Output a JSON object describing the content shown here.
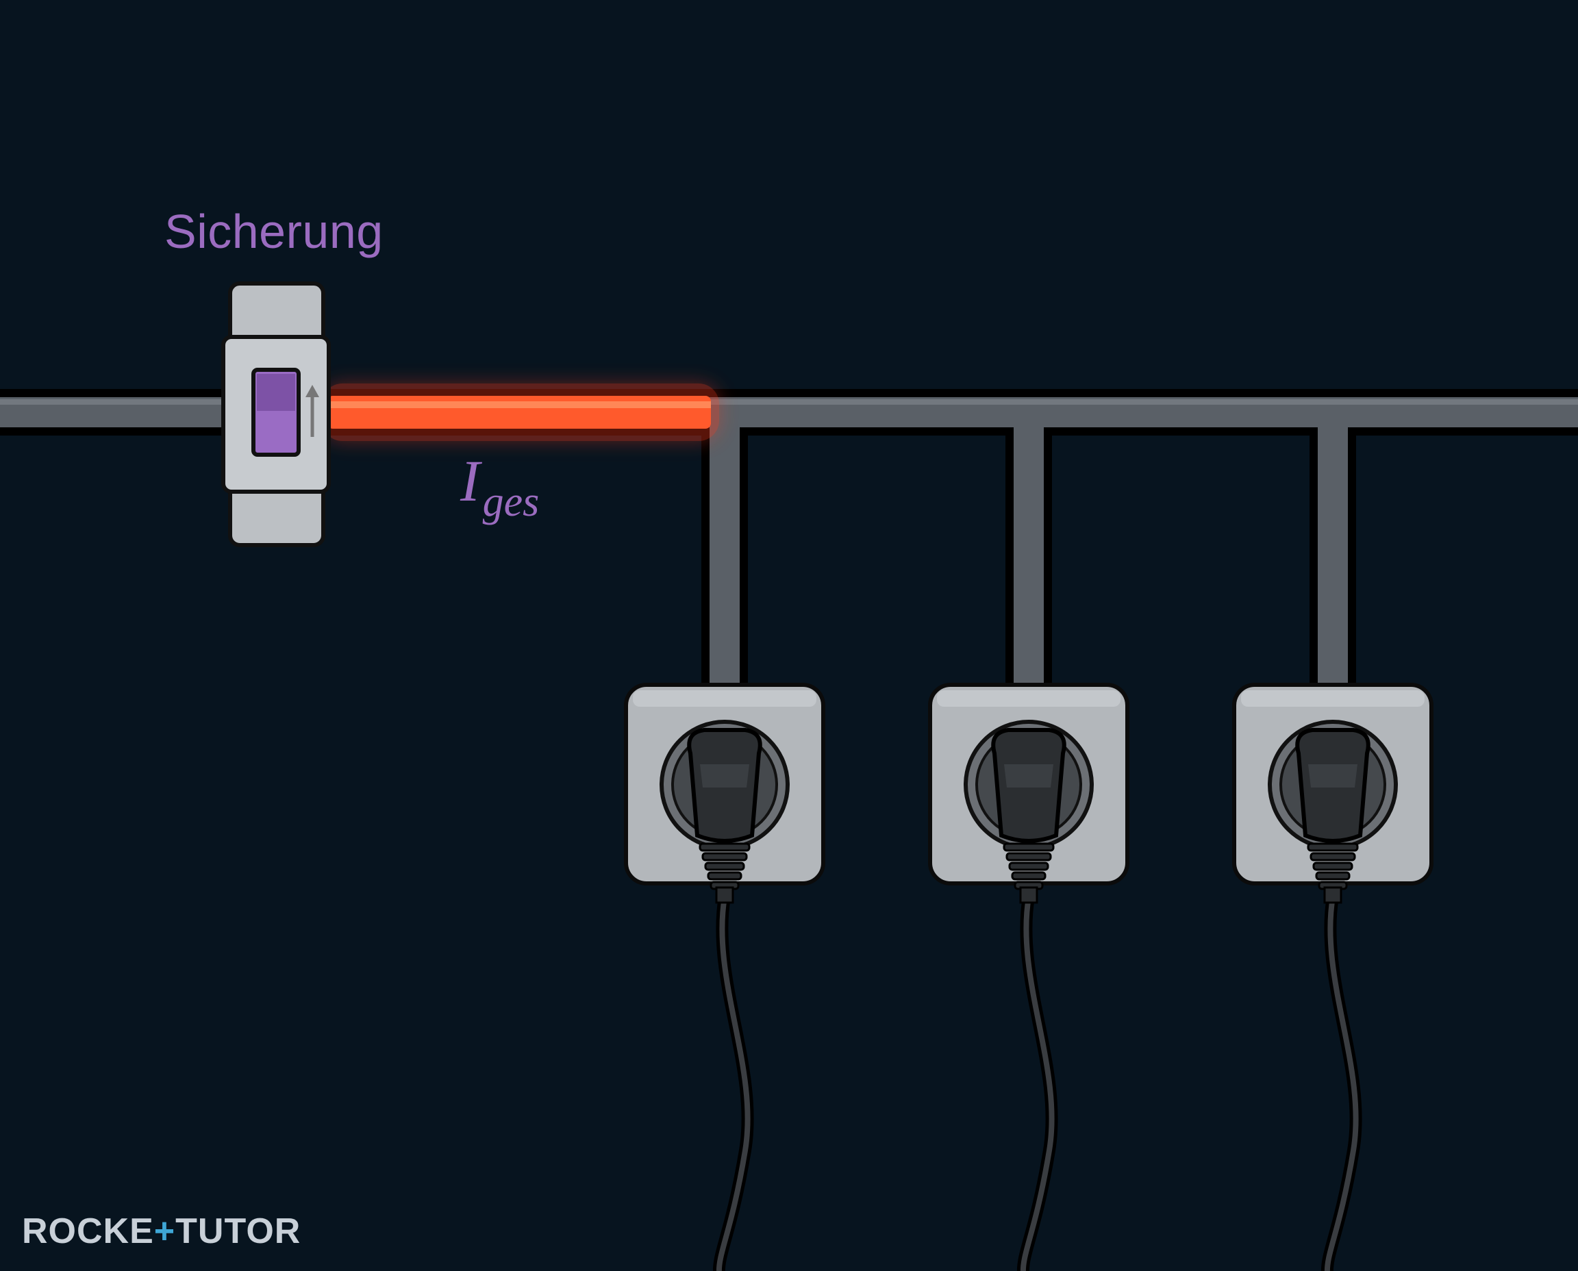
{
  "fuse": {
    "label": "Sicherung"
  },
  "current": {
    "symbol": "I",
    "subscript": "ges"
  },
  "outlets": [
    {
      "id": "outlet-1"
    },
    {
      "id": "outlet-2"
    },
    {
      "id": "outlet-3"
    }
  ],
  "logo": {
    "part1": "ROCKE",
    "part2": "+",
    "part3": "TUTOR"
  },
  "colors": {
    "background": "#07141f",
    "wire": "#5a6067",
    "hot_wire": "#ff5a2c",
    "accent": "#9b6cc0",
    "socket": "#b3b7bb"
  }
}
